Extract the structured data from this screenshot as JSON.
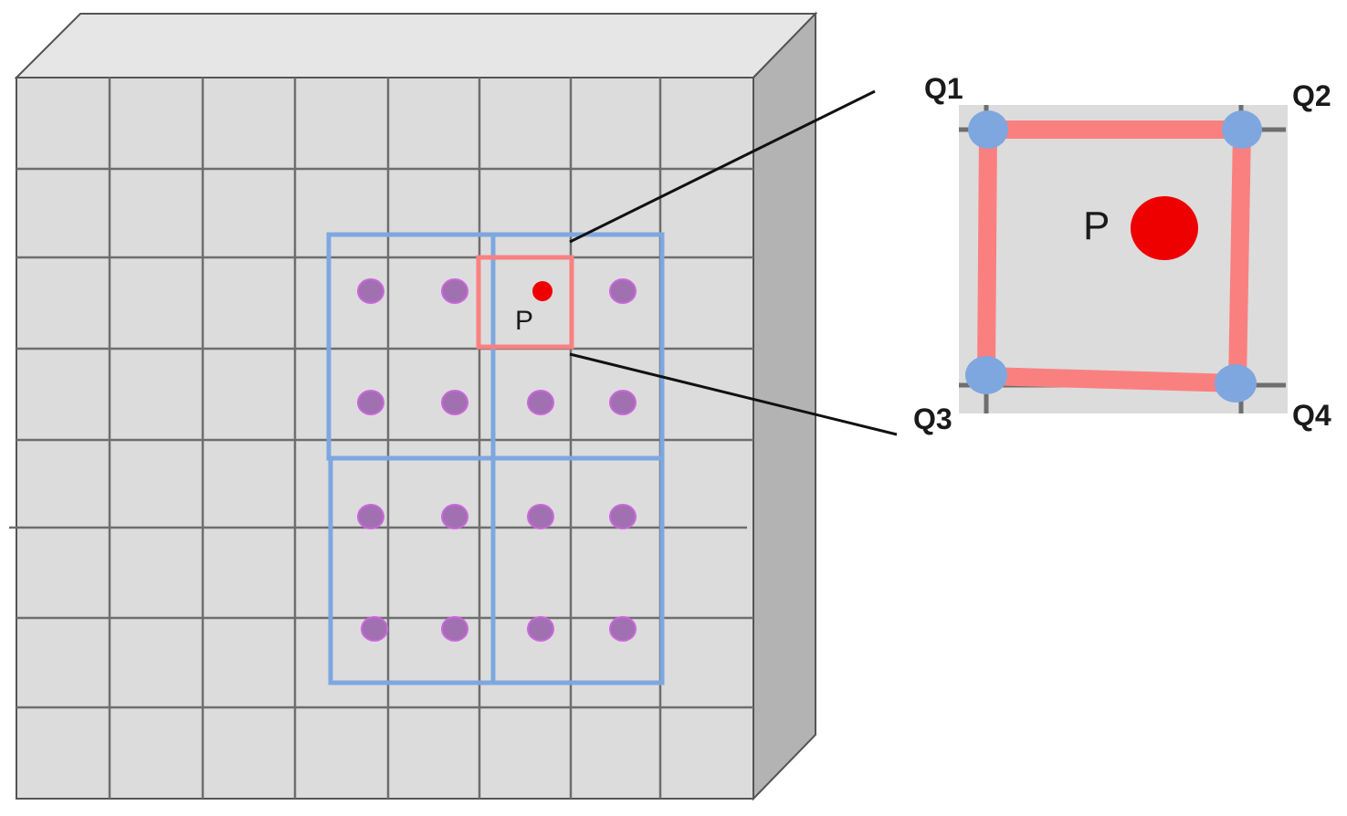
{
  "labels": {
    "point_small": "P",
    "point_large": "P",
    "q1": "Q1",
    "q2": "Q2",
    "q3": "Q3",
    "q4": "Q4"
  },
  "colors": {
    "cube_front": "#dcdcdc",
    "cube_top": "#e6e6e6",
    "cube_side": "#b3b3b3",
    "grid_line": "#6e6e6e",
    "pool_box": "#7ea7e0",
    "sample_dot": "#a070b0",
    "sample_dot_stroke": "#cc66dd",
    "point_p": "#ee0000",
    "highlight_cell": "#fa8080",
    "corner_node": "#7ea7e0"
  }
}
